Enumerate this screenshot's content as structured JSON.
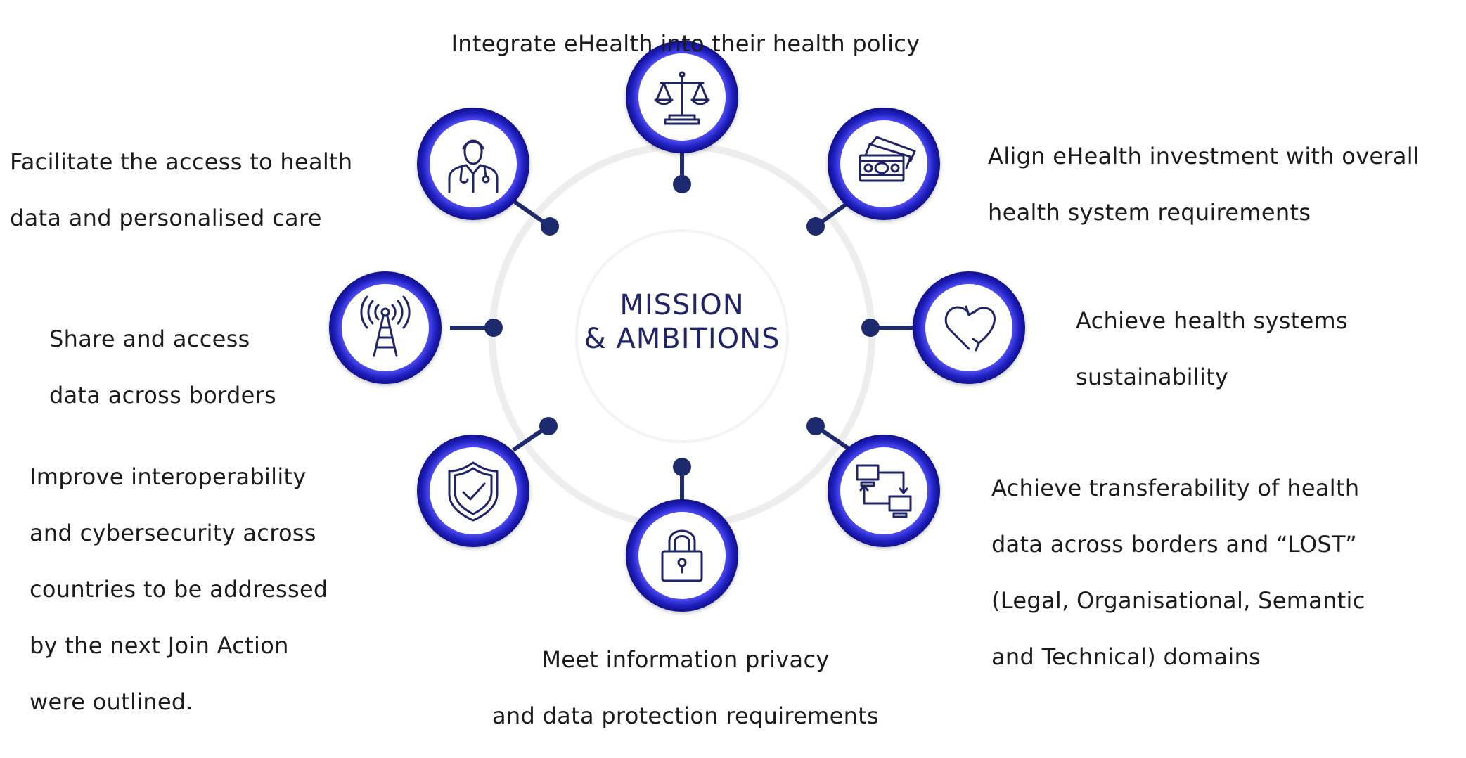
{
  "center": {
    "line1": "MISSION",
    "line2": "& AMBITIONS"
  },
  "nodes": [
    {
      "id": "top",
      "icon": "scales-of-justice-icon",
      "lines": [
        "Integrate eHealth into their health policy"
      ]
    },
    {
      "id": "top-right",
      "icon": "money-bills-icon",
      "lines": [
        "Align eHealth investment with overall",
        "health system requirements"
      ]
    },
    {
      "id": "right",
      "icon": "recycling-heart-icon",
      "lines": [
        "Achieve health systems",
        "sustainability"
      ]
    },
    {
      "id": "bottom-right",
      "icon": "networked-computers-icon",
      "lines": [
        "Achieve transferability of health",
        "data across borders and “LOST”",
        "(Legal, Organisational, Semantic",
        "and Technical) domains"
      ]
    },
    {
      "id": "bottom",
      "icon": "padlock-icon",
      "lines": [
        "Meet information privacy",
        "and data protection requirements"
      ]
    },
    {
      "id": "bottom-left",
      "icon": "shield-check-icon",
      "lines": [
        "Improve interoperability",
        "and cybersecurity across",
        "countries to be addressed",
        "by the next Join Action",
        "were outlined."
      ]
    },
    {
      "id": "left",
      "icon": "radio-tower-icon",
      "lines": [
        "Share and access",
        "data across borders"
      ]
    },
    {
      "id": "top-left",
      "icon": "doctor-icon",
      "lines": [
        "Facilitate the access to health",
        "data and personalised care"
      ]
    }
  ],
  "colors": {
    "ring_outer": "#1a1aa8",
    "ring_mid": "#3f3fe0",
    "connector": "#1e2a6e",
    "icon": "#1f2466",
    "center_text": "#1f2466",
    "guide_circle": "#ececec"
  }
}
